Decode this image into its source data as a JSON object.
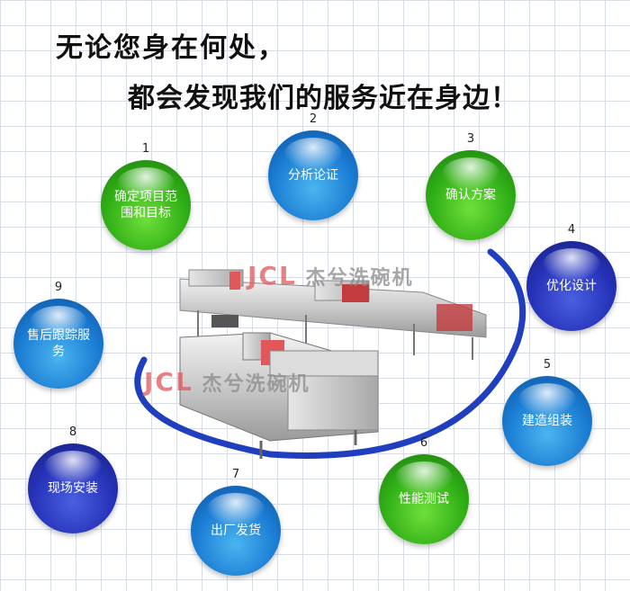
{
  "headline": {
    "line1": "无论您身在何处，",
    "line2": "都会发现我们的服务近在身边！"
  },
  "watermark": {
    "logo_letters": "JCL",
    "brand_text": "杰兮洗碗机"
  },
  "steps": [
    {
      "num": "1",
      "label": "确定项目范围和目标",
      "color": "green"
    },
    {
      "num": "2",
      "label": "分析论证",
      "color": "blue"
    },
    {
      "num": "3",
      "label": "确认方案",
      "color": "green"
    },
    {
      "num": "4",
      "label": "优化设计",
      "color": "navy"
    },
    {
      "num": "5",
      "label": "建造组装",
      "color": "blue"
    },
    {
      "num": "6",
      "label": "性能测试",
      "color": "green"
    },
    {
      "num": "7",
      "label": "出厂发货",
      "color": "blue"
    },
    {
      "num": "8",
      "label": "现场安装",
      "color": "navy"
    },
    {
      "num": "9",
      "label": "售后跟踪服务",
      "color": "blue"
    }
  ],
  "colors": {
    "green": "#2fae16",
    "blue": "#1a7cd3",
    "navy": "#2532b8",
    "arc": "#1f3fbf",
    "logo_red": "#e0585c"
  },
  "icons": [
    "dishwasher-machine-illustration",
    "orbit-arc"
  ]
}
